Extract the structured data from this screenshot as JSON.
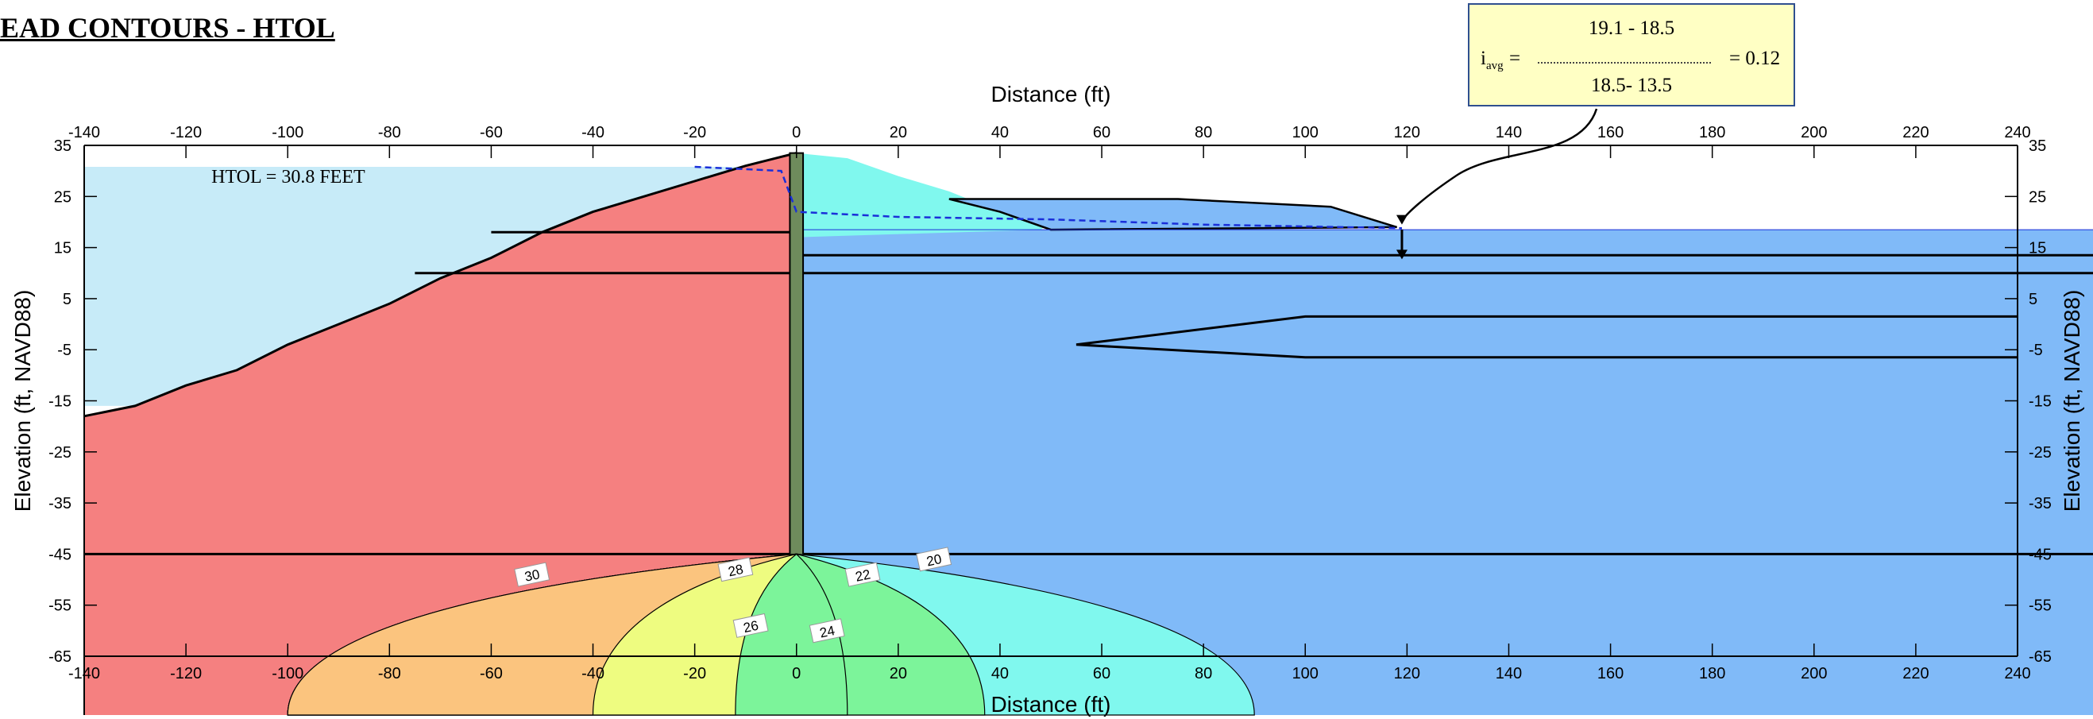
{
  "page": {
    "title": "EAD CONTOURS - HTOL"
  },
  "formula": {
    "symbol": "i",
    "subscript": "avg",
    "equals": "=",
    "numerator": "19.1 - 18.5",
    "denominator": "18.5- 13.5",
    "result": "= 0.12"
  },
  "chart_data": {
    "type": "contour",
    "xlabel": "Distance (ft)",
    "ylabel": "Elevation (ft, NAVD88)",
    "xlim": [
      -140,
      240
    ],
    "ylim": [
      -65,
      35
    ],
    "x_ticks": [
      -140,
      -120,
      -100,
      -80,
      -60,
      -40,
      -20,
      0,
      20,
      40,
      60,
      80,
      100,
      120,
      140,
      160,
      180,
      200,
      220,
      240
    ],
    "y_ticks": [
      35,
      25,
      15,
      5,
      -5,
      -15,
      -25,
      -35,
      -45,
      -55,
      -65
    ],
    "annotation": "HTOL = 30.8 FEET",
    "htol_elevation": 30.8,
    "contour_labels": [
      {
        "label": "30",
        "x": -52,
        "y": -49
      },
      {
        "label": "28",
        "x": -12,
        "y": -48
      },
      {
        "label": "26",
        "x": -9,
        "y": -59
      },
      {
        "label": "24",
        "x": 6,
        "y": -60
      },
      {
        "label": "22",
        "x": 13,
        "y": -49
      },
      {
        "label": "20",
        "x": 27,
        "y": -46
      }
    ],
    "contour_arcs": [
      {
        "level": 30,
        "x_left": -100,
        "x_right": -40
      },
      {
        "level": 28,
        "x_left": -40,
        "x_right": -12
      },
      {
        "level": 26,
        "x_left": -12,
        "x_right": 10
      },
      {
        "level": 24,
        "x_left": 10,
        "x_right": 37
      },
      {
        "level": 22,
        "x_left": 37,
        "x_right": 90
      }
    ],
    "colors": {
      "flood_water": "#c7ebf8",
      "levee_soil": "#f58080",
      "protected_soil": "#80baf8",
      "embankment_fill": "#80f8ee",
      "contour_30": "#fbc47e",
      "contour_28": "#eefc80",
      "contour_26": "#7cf49a",
      "contour_24": "#7cf49a",
      "contour_22": "#80f8ee",
      "phreatic_line": "#1a2fd9",
      "sheet_pile": "#6e8b5c"
    }
  }
}
